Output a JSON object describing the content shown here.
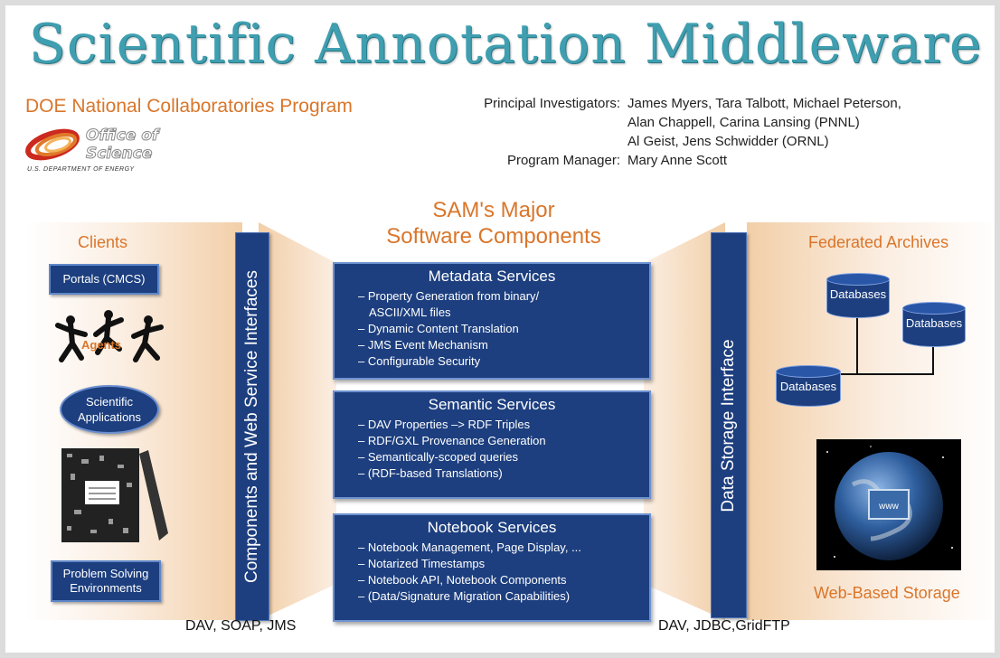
{
  "title": "Scientific Annotation Middleware",
  "program": "DOE National Collaboratories Program",
  "logo": {
    "line1": "Office of",
    "line2": "Science",
    "sub": "U.S. DEPARTMENT OF ENERGY"
  },
  "people": {
    "pi_label": "Principal Investigators:",
    "pi_lines": [
      "James Myers, Tara Talbott, Michael Peterson,",
      "Alan Chappell, Carina Lansing (PNNL)",
      "Al Geist, Jens Schwidder (ORNL)"
    ],
    "pm_label": "Program Manager:",
    "pm_value": "Mary Anne Scott"
  },
  "components_title": [
    "SAM's Major",
    "Software Components"
  ],
  "clients": {
    "heading": "Clients",
    "portals": "Portals (CMCS)",
    "agents": "Agents",
    "sci_apps": [
      "Scientific",
      "Applications"
    ],
    "pse": [
      "Problem Solving",
      "Environments"
    ]
  },
  "left_bar": "Components and Web Service Interfaces",
  "right_bar": "Data Storage Interface",
  "services": [
    {
      "title": "Metadata Services",
      "items": [
        "– Property Generation from binary/",
        "   ASCII/XML files",
        "– Dynamic Content Translation",
        "– JMS Event Mechanism",
        "– Configurable Security"
      ]
    },
    {
      "title": "Semantic Services",
      "items": [
        "– DAV Properties –> RDF Triples",
        "– RDF/GXL Provenance Generation",
        "– Semantically-scoped queries",
        "– (RDF-based Translations)"
      ]
    },
    {
      "title": "Notebook Services",
      "items": [
        "– Notebook Management, Page Display, ...",
        "– Notarized Timestamps",
        "– Notebook API, Notebook Components",
        "– (Data/Signature Migration Capabilities)"
      ]
    }
  ],
  "archives": {
    "heading": "Federated Archives",
    "db_label": "Databases"
  },
  "web_storage": {
    "label": "Web-Based Storage",
    "screen_text": "www"
  },
  "bottom": {
    "left": "DAV, SOAP, JMS",
    "right": "DAV, JDBC,GridFTP"
  },
  "colors": {
    "teal_title": "#3f9fb0",
    "orange": "#d9762b",
    "navy": "#1d3f7f"
  }
}
